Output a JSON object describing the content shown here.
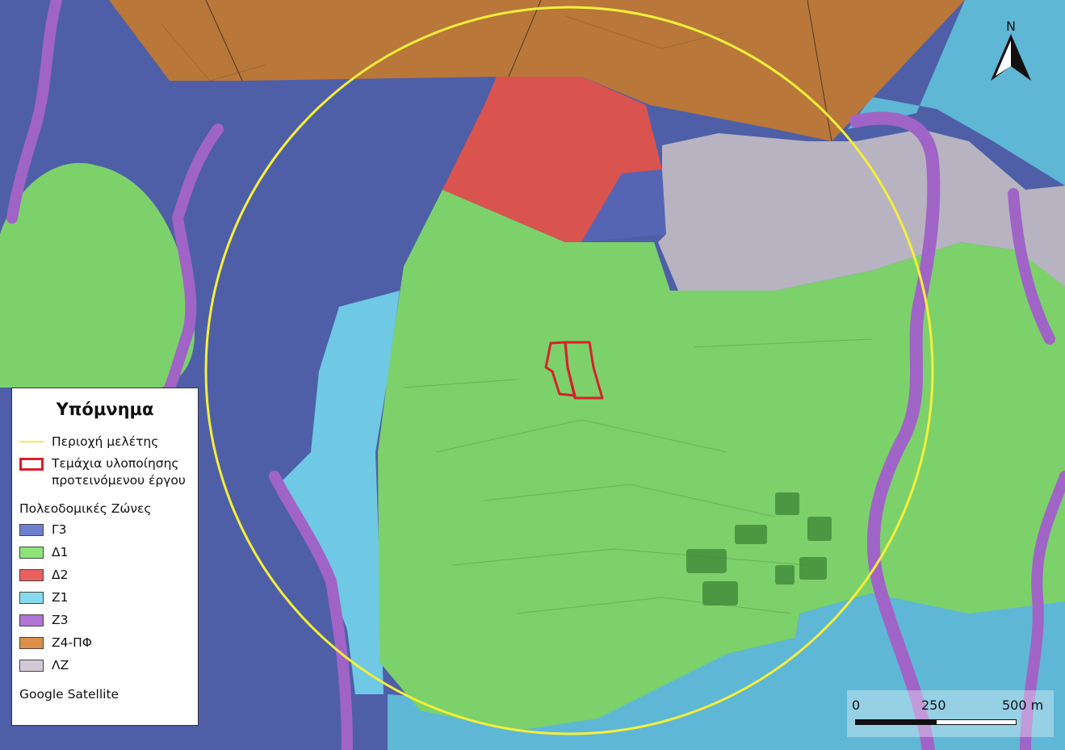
{
  "legend": {
    "title": "Υπόμνημα",
    "study_area": "Περιοχή μελέτης",
    "project_line1": "Τεμάχια υλοποίησης",
    "project_line2": "προτεινόμενου έργου",
    "zones_heading": "Πολεοδομικές Ζώνες",
    "zones": [
      {
        "label": "Γ3",
        "color": "#6f7fd0"
      },
      {
        "label": "Δ1",
        "color": "#8de37a"
      },
      {
        "label": "Δ2",
        "color": "#e8615f"
      },
      {
        "label": "Ζ1",
        "color": "#86dcee"
      },
      {
        "label": "Ζ3",
        "color": "#b175d6"
      },
      {
        "label": "Ζ4-ΠΦ",
        "color": "#d9914a"
      },
      {
        "label": "ΛΖ",
        "color": "#d1cad6"
      }
    ],
    "basemap": "Google Satellite",
    "study_area_color": "#f5ef3a",
    "project_color": "#d8202a"
  },
  "north_arrow": {
    "label": "N"
  },
  "scale_bar": {
    "labels": [
      "0",
      "250",
      "500 m"
    ]
  }
}
